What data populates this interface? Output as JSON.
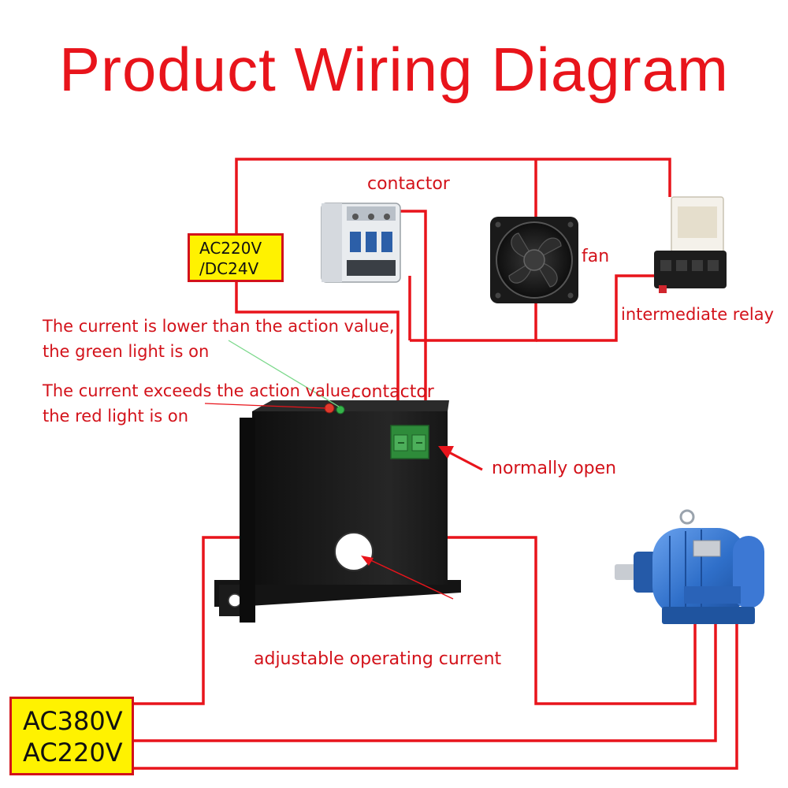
{
  "title": "Product Wiring Diagram",
  "labels": {
    "contactor_top": "contactor",
    "fan": "fan",
    "relay": "intermediate relay",
    "contactor_terminal": "contactor",
    "normally_open": "normally open",
    "adjustable": "adjustable operating current"
  },
  "notes": {
    "green_line1": "The current is lower than the action value,",
    "green_line2": "the green light is on",
    "red_line1": "The current exceeds the action value,",
    "red_line2": "the red light is on"
  },
  "power_box": {
    "line1": "AC220V",
    "line2": "/DC24V"
  },
  "mains_box": {
    "line1": "AC380V",
    "line2": "AC220V"
  },
  "colors": {
    "wire": "#e8141b",
    "label_text": "#d3121a",
    "box_fill": "#fff200",
    "sensor_body": "#1a1a1a",
    "terminal_block": "#2e8b3a",
    "motor": "#2f6fc9"
  }
}
